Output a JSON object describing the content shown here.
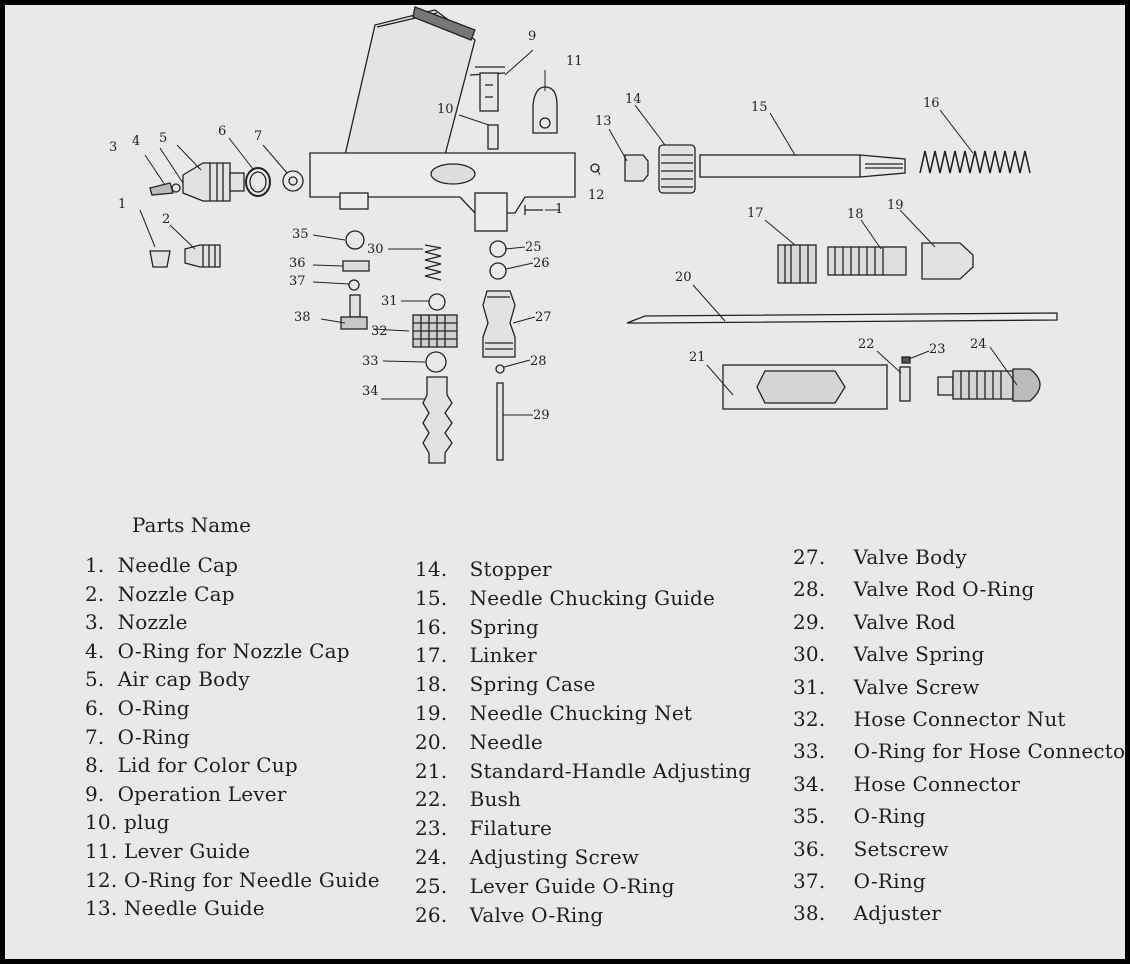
{
  "legend_title": "Parts Name",
  "parts": [
    {
      "num": "1.",
      "name": "Needle Cap"
    },
    {
      "num": "2.",
      "name": "Nozzle Cap"
    },
    {
      "num": "3.",
      "name": "Nozzle"
    },
    {
      "num": "4.",
      "name": "O-Ring for Nozzle Cap"
    },
    {
      "num": "5.",
      "name": "Air cap Body"
    },
    {
      "num": "6.",
      "name": "O-Ring"
    },
    {
      "num": "7.",
      "name": "O-Ring"
    },
    {
      "num": "8.",
      "name": "Lid for Color Cup"
    },
    {
      "num": "9.",
      "name": "Operation Lever"
    },
    {
      "num": "10.",
      "name": "plug"
    },
    {
      "num": "11.",
      "name": "Lever Guide"
    },
    {
      "num": "12.",
      "name": "O-Ring for Needle Guide"
    },
    {
      "num": "13.",
      "name": "Needle Guide"
    },
    {
      "num": "14.",
      "name": "Stopper"
    },
    {
      "num": "15.",
      "name": "Needle Chucking Guide"
    },
    {
      "num": "16.",
      "name": "Spring"
    },
    {
      "num": "17.",
      "name": "Linker"
    },
    {
      "num": "18.",
      "name": "Spring Case"
    },
    {
      "num": "19.",
      "name": "Needle Chucking Net"
    },
    {
      "num": "20.",
      "name": "Needle"
    },
    {
      "num": "21.",
      "name": "Standard-Handle Adjusting"
    },
    {
      "num": "22.",
      "name": "Bush"
    },
    {
      "num": "23.",
      "name": "Filature"
    },
    {
      "num": "24.",
      "name": "Adjusting Screw"
    },
    {
      "num": "25.",
      "name": "Lever Guide O-Ring"
    },
    {
      "num": "26.",
      "name": "Valve O-Ring"
    },
    {
      "num": "27.",
      "name": "Valve Body"
    },
    {
      "num": "28.",
      "name": "Valve Rod O-Ring"
    },
    {
      "num": "29.",
      "name": "Valve Rod"
    },
    {
      "num": "30.",
      "name": "Valve Spring"
    },
    {
      "num": "31.",
      "name": "Valve Screw"
    },
    {
      "num": "32.",
      "name": "Hose Connector Nut"
    },
    {
      "num": "33.",
      "name": "O-Ring for Hose Connector"
    },
    {
      "num": "34.",
      "name": "Hose Connector"
    },
    {
      "num": "35.",
      "name": "O-Ring"
    },
    {
      "num": "36.",
      "name": "Setscrew"
    },
    {
      "num": "37.",
      "name": "O-Ring"
    },
    {
      "num": "38.",
      "name": "Adjuster"
    }
  ],
  "callouts": {
    "n1": "1",
    "n1b": "1",
    "n2": "2",
    "n3": "3",
    "n4": "4",
    "n5": "5",
    "n6": "6",
    "n7": "7",
    "n9": "9",
    "n10": "10",
    "n11": "11",
    "n12": "12",
    "n13": "13",
    "n14": "14",
    "n15": "15",
    "n16": "16",
    "n17": "17",
    "n18": "18",
    "n19": "19",
    "n20": "20",
    "n21": "21",
    "n22": "22",
    "n23": "23",
    "n24": "24",
    "n25": "25",
    "n26": "26",
    "n27": "27",
    "n28": "28",
    "n29": "29",
    "n30": "30",
    "n31": "31",
    "n32": "32",
    "n33": "33",
    "n34": "34",
    "n35": "35",
    "n36": "36",
    "n37": "37",
    "n38": "38"
  }
}
